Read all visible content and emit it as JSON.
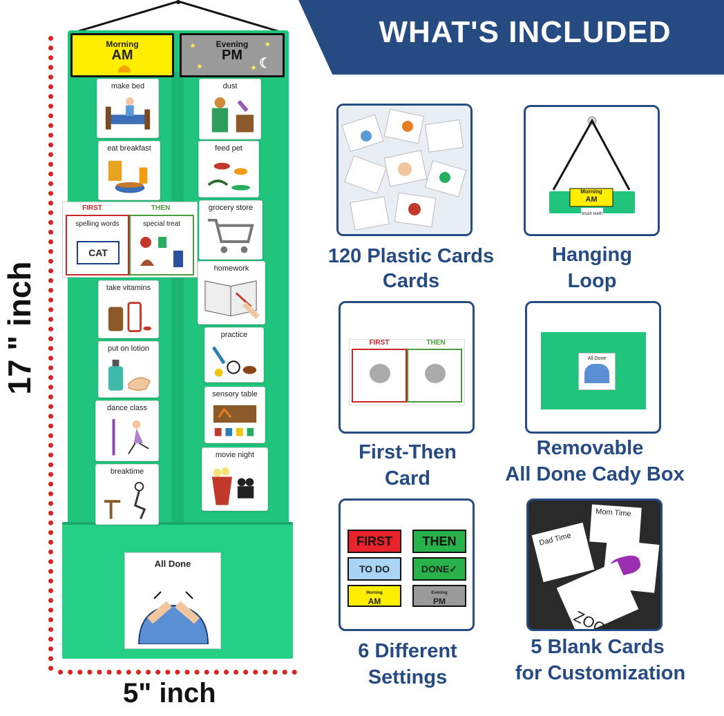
{
  "dimensions": {
    "height": "17 \" inch",
    "width": "5\" inch"
  },
  "board": {
    "am": {
      "top": "Morning",
      "main": "AM"
    },
    "pm": {
      "top": "Evening",
      "main": "PM"
    },
    "left_cards": [
      "make bed",
      "eat breakfast",
      "take vitamins",
      "put on lotion",
      "dance class",
      "breaktime"
    ],
    "right_cards": [
      "dust",
      "feed pet",
      "grocery store",
      "homework",
      "practice",
      "sensory table",
      "movie night"
    ],
    "first_then": {
      "first": "FIRST",
      "then": "THEN",
      "first_card": "spelling words",
      "then_card": "special treat",
      "first_word": "CAT"
    },
    "all_done": "All Done"
  },
  "banner": {
    "title": "WHAT'S INCLUDED"
  },
  "features": [
    {
      "line1": "120  Plastic Cards",
      "line2": "Cards"
    },
    {
      "line1": "Hanging",
      "line2": "Loop"
    },
    {
      "line1": "First-Then",
      "line2": "Card"
    },
    {
      "line1": "Removable",
      "line2": "All Done Cady Box"
    },
    {
      "line1": "6 Different",
      "line2": "Settings"
    },
    {
      "line1": "5 Blank Cards",
      "line2": "for Customization"
    }
  ],
  "tile_text": {
    "hanging_am_top": "Morning",
    "hanging_am": "AM",
    "hanging_below": "brush teeth",
    "ft_first": "FIRST",
    "ft_then": "THEN",
    "box_card": "All Done",
    "settings": [
      "FIRST",
      "THEN",
      "TO DO",
      "DONE",
      "Morning",
      "AM",
      "Evening",
      "PM"
    ],
    "blank_words": [
      "Mom Time",
      "Dad Time",
      "ZOOM"
    ]
  },
  "colors": {
    "brand": "#264b82",
    "board_green": "#20c47c",
    "measure_red": "#d8231f",
    "am_yellow": "#ffee00",
    "pm_gray": "#9a9a9a"
  }
}
